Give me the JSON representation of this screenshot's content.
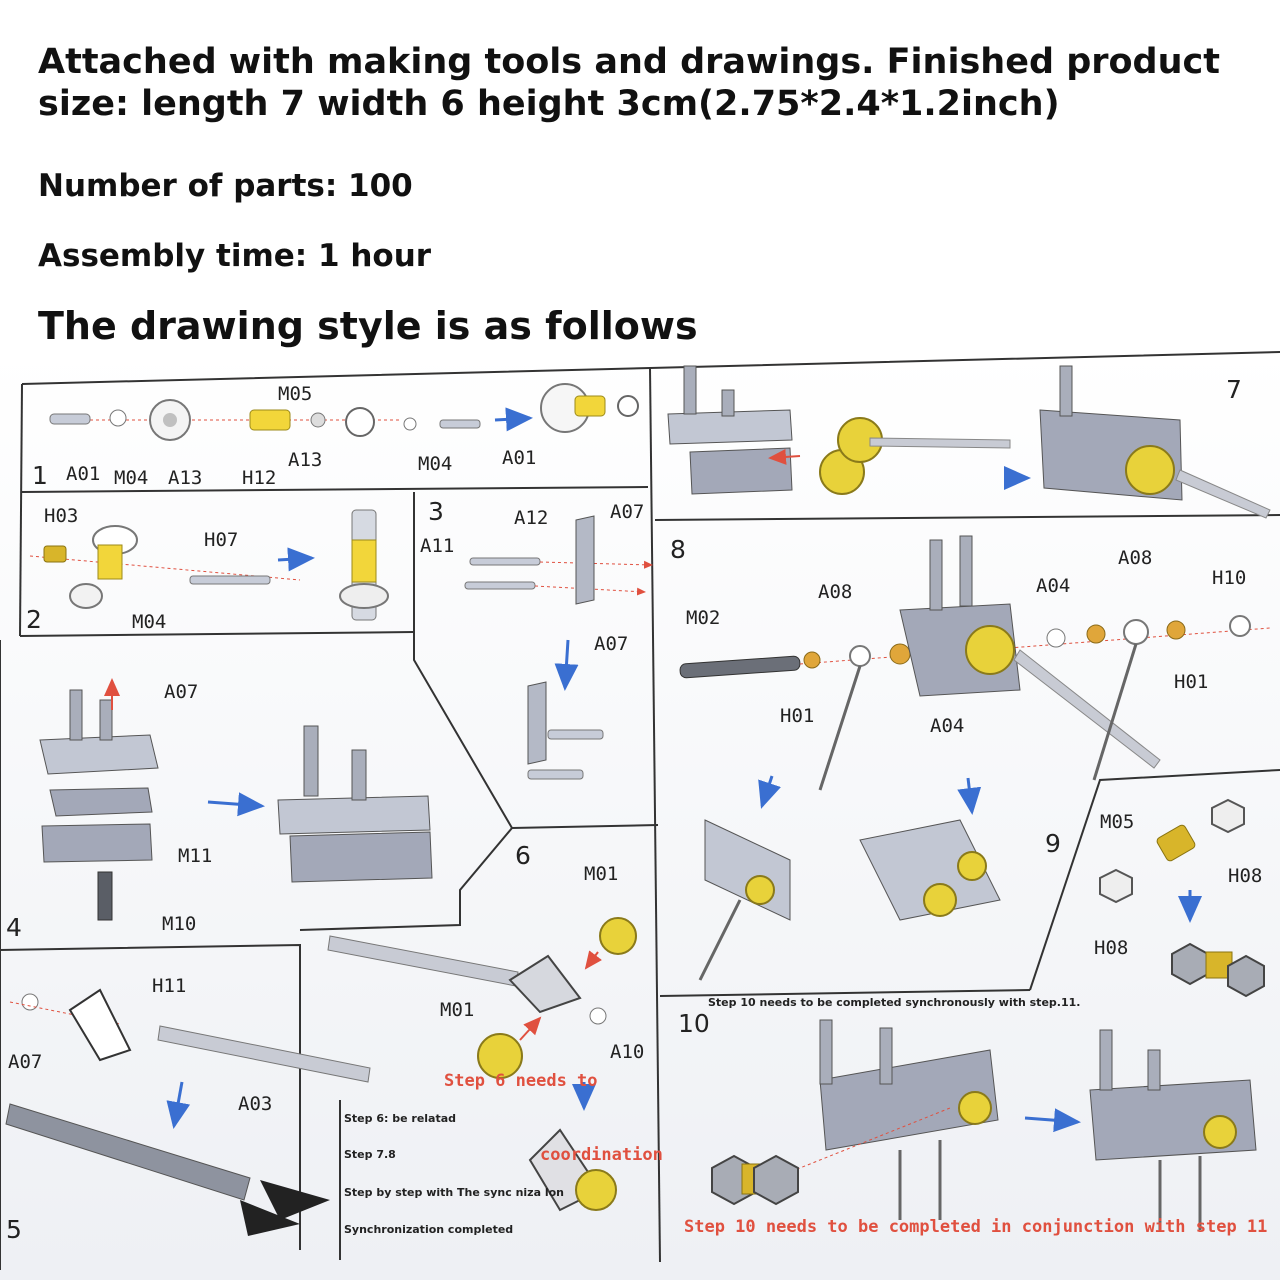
{
  "header": {
    "line1": "Attached with making tools and drawings. Finished product",
    "line2": "size: length 7 width 6 height 3cm(2.75*2.4*1.2inch)",
    "parts": "Number of parts: 100",
    "time": "Assembly time: 1 hour",
    "style": "The drawing style is as follows"
  },
  "steps": {
    "s1": {
      "num": "1",
      "labels": [
        "M05",
        "A01",
        "M04",
        "A13",
        "H12",
        "A13",
        "M04",
        "A01"
      ]
    },
    "s2": {
      "num": "2",
      "labels": [
        "H03",
        "H07",
        "M04"
      ]
    },
    "s3": {
      "num": "3",
      "labels": [
        "A12",
        "A07",
        "A11",
        "A07"
      ]
    },
    "s4": {
      "num": "4",
      "labels": [
        "A07",
        "M11",
        "M10"
      ]
    },
    "s5": {
      "num": "5",
      "labels": [
        "H11",
        "A07",
        "A03"
      ]
    },
    "s6": {
      "num": "6",
      "labels": [
        "M01",
        "M01",
        "A10"
      ],
      "red_text": "Step 6 needs to",
      "red_text2": "coordination",
      "notes": [
        "Step 6: be relatad",
        "Step 7.8",
        "Step by step with The sync niza lon",
        "Synchronization completed"
      ]
    },
    "s7": {
      "num": "7"
    },
    "s8": {
      "num": "8",
      "labels": [
        "A08",
        "A08",
        "A04",
        "H10",
        "M02",
        "H01",
        "A04",
        "H01"
      ]
    },
    "s9": {
      "num": "9",
      "labels": [
        "M05",
        "H08",
        "H08"
      ]
    },
    "s10": {
      "num": "10",
      "note": "Step 10 needs to be completed synchronously with step.11.",
      "red_text": "Step 10 needs to be completed in conjunction with step 11"
    }
  },
  "colors": {
    "accent_yellow": "#f2d63a",
    "steel": "#a3a8b8",
    "arrow_blue": "#3a6fd1",
    "arrow_red": "#e0503f"
  }
}
